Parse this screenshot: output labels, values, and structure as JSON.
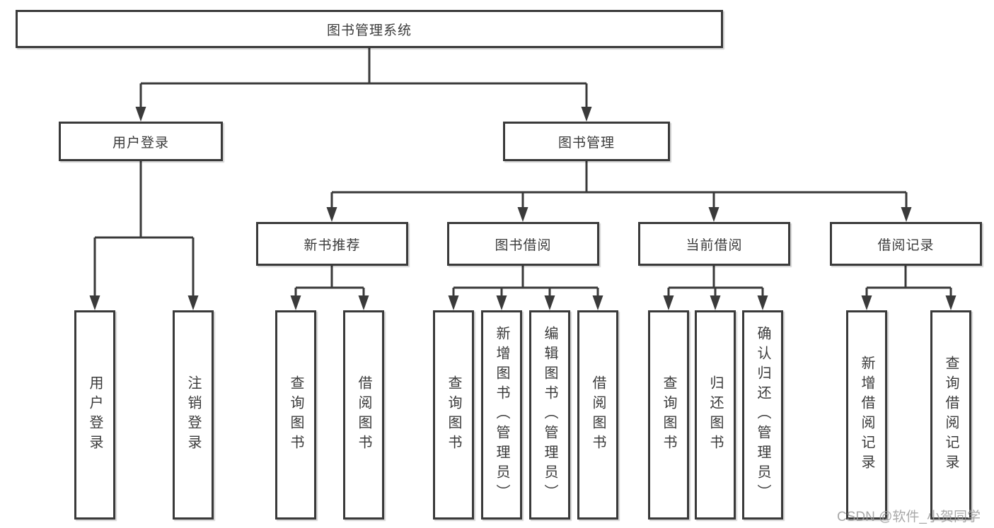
{
  "tree": {
    "root": {
      "label": "图书管理系统"
    },
    "branches": [
      {
        "label": "用户登录",
        "children": [
          {
            "label": "用户登录"
          },
          {
            "label": "注销登录"
          }
        ]
      },
      {
        "label": "图书管理",
        "children": [
          {
            "label": "新书推荐",
            "children": [
              {
                "label": "查询图书"
              },
              {
                "label": "借阅图书"
              }
            ]
          },
          {
            "label": "图书借阅",
            "children": [
              {
                "label": "查询图书"
              },
              {
                "label": "新增图书（管理员）"
              },
              {
                "label": "编辑图书（管理员）"
              },
              {
                "label": "借阅图书"
              }
            ]
          },
          {
            "label": "当前借阅",
            "children": [
              {
                "label": "查询图书"
              },
              {
                "label": "归还图书"
              },
              {
                "label": "确认归还（管理员）"
              }
            ]
          },
          {
            "label": "借阅记录",
            "children": [
              {
                "label": "新增借阅记录"
              },
              {
                "label": "查询借阅记录"
              }
            ]
          }
        ]
      }
    ]
  },
  "watermark": {
    "text": "CSDN @软件_小贺同学"
  },
  "colors": {
    "line": "#3a3a3a",
    "text": "#3a3a3a",
    "background": "#ffffff",
    "watermark": "#9a9a9a"
  }
}
